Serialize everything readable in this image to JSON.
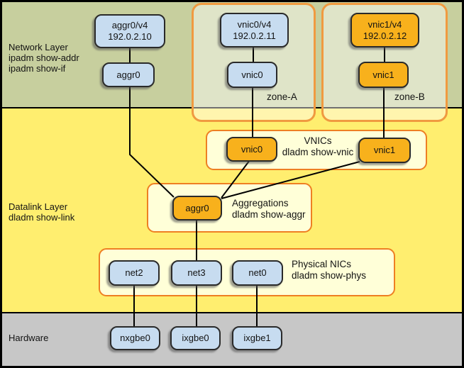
{
  "colors": {
    "network_band": "#c7cf9e",
    "datalink_band": "#ffee6f",
    "hardware_band": "#c7c7c7",
    "zone_border": "#f09a40",
    "group_border": "#ee7f23",
    "group_fill": "#ffffd8",
    "node_blue": "#c7dcf0",
    "node_orange": "#f8b11c",
    "connector": "#000000"
  },
  "bands": {
    "network": {
      "lines": [
        "Network Layer",
        "ipadm show-addr",
        "ipadm show-if"
      ]
    },
    "datalink": {
      "lines": [
        "Datalink Layer",
        "dladm show-link"
      ]
    },
    "hardware": {
      "label": "Hardware"
    }
  },
  "global_zone": {
    "address_node": {
      "name": "aggr0/v4",
      "address": "192.0.2.10"
    },
    "interface_node": "aggr0"
  },
  "zones": {
    "zone_a": {
      "label": "zone-A",
      "address_node": {
        "name": "vnic0/v4",
        "address": "192.0.2.11"
      },
      "interface_node": "vnic0"
    },
    "zone_b": {
      "label": "zone-B",
      "address_node": {
        "name": "vnic1/v4",
        "address": "192.0.2.12"
      },
      "interface_node": "vnic1"
    }
  },
  "groups": {
    "vnics": {
      "title": "VNICs",
      "subtitle": "dladm show-vnic",
      "nodes": [
        "vnic0",
        "vnic1"
      ]
    },
    "aggregations": {
      "title": "Aggregations",
      "subtitle": "dladm show-aggr",
      "nodes": [
        "aggr0"
      ]
    },
    "physical_nics": {
      "title": "Physical NICs",
      "subtitle": "dladm show-phys",
      "nodes": [
        "net2",
        "net3",
        "net0"
      ]
    }
  },
  "hardware_nodes": [
    "nxgbe0",
    "ixgbe0",
    "ixgbe1"
  ]
}
